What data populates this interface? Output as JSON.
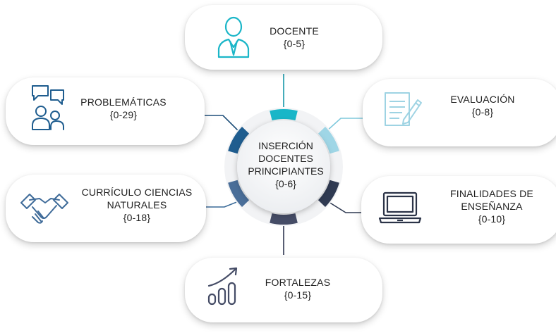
{
  "center": {
    "lines": [
      "INSERCIÓN",
      "DOCENTES",
      "PRINCIPIANTES"
    ],
    "range": "{0-6}"
  },
  "nodes": [
    {
      "key": "docente",
      "lines": [
        "DOCENTE"
      ],
      "range": "{0-5}",
      "icon": "person-icon",
      "color": "#18b6c8"
    },
    {
      "key": "evaluacion",
      "lines": [
        "EVALUACIÓN"
      ],
      "range": "{0-8}",
      "icon": "document-pen-icon",
      "color": "#9fd6e6"
    },
    {
      "key": "finalidades",
      "lines": [
        "FINALIDADES DE",
        "ENSEÑANZA"
      ],
      "range": "{0-10}",
      "icon": "laptop-icon",
      "color": "#2f3a52"
    },
    {
      "key": "fortalezas",
      "lines": [
        "FORTALEZAS"
      ],
      "range": "{0-15}",
      "icon": "growth-chart-icon",
      "color": "#454c66"
    },
    {
      "key": "curriculo",
      "lines": [
        "CURRÍCULO CIENCIAS",
        "NATURALES"
      ],
      "range": "{0-18}",
      "icon": "handshake-icon",
      "color": "#4a6e99"
    },
    {
      "key": "problematicas",
      "lines": [
        "PROBLEMÁTICAS"
      ],
      "range": "{0-29}",
      "icon": "people-chat-icon",
      "color": "#1f5d8f"
    }
  ]
}
